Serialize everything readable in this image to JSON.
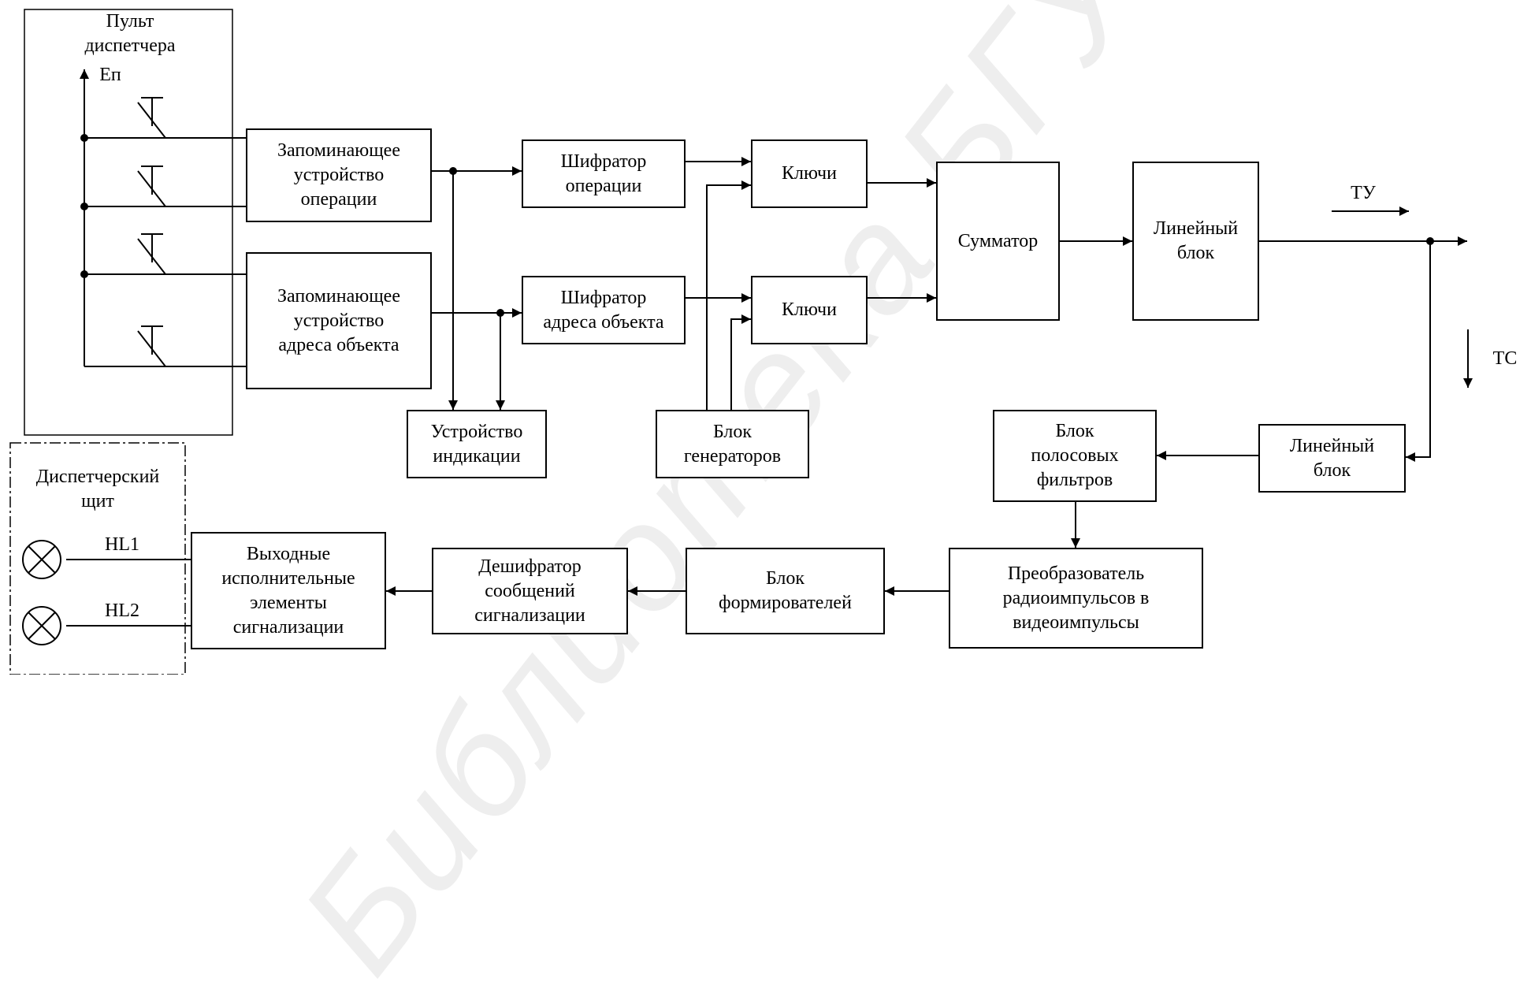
{
  "watermark": "Библиотека БГУИР",
  "panel": {
    "title": "Пульт\nдиспетчера",
    "supply": "Еп"
  },
  "shield": {
    "title": "Диспетчерский\nщит",
    "lamp1": "HL1",
    "lamp2": "HL2"
  },
  "blocks": {
    "mem_op": "Запоминающее\nустройство\nоперации",
    "mem_addr": "Запоминающее\nустройство\nадреса объекта",
    "enc_op": "Шифратор\nоперации",
    "enc_addr": "Шифратор\nадреса объекта",
    "keys_top": "Ключи",
    "keys_bottom": "Ключи",
    "summator": "Сумматор",
    "line_tx": "Линейный\nблок",
    "indicator": "Устройство\nиндикации",
    "generators": "Блок\nгенераторов",
    "line_rx": "Линейный\nблок",
    "filters": "Блок\nполосовых\nфильтров",
    "converter": "Преобразователь\nрадиоимпульсов в\nвидеоимпульсы",
    "shapers": "Блок\nформирователей",
    "decoder": "Дешифратор\nсообщений\nсигнализации",
    "outputs": "Выходные\nисполнительные\nэлементы\nсигнализации"
  },
  "signals": {
    "tu": "ТУ",
    "ts": "ТС"
  }
}
